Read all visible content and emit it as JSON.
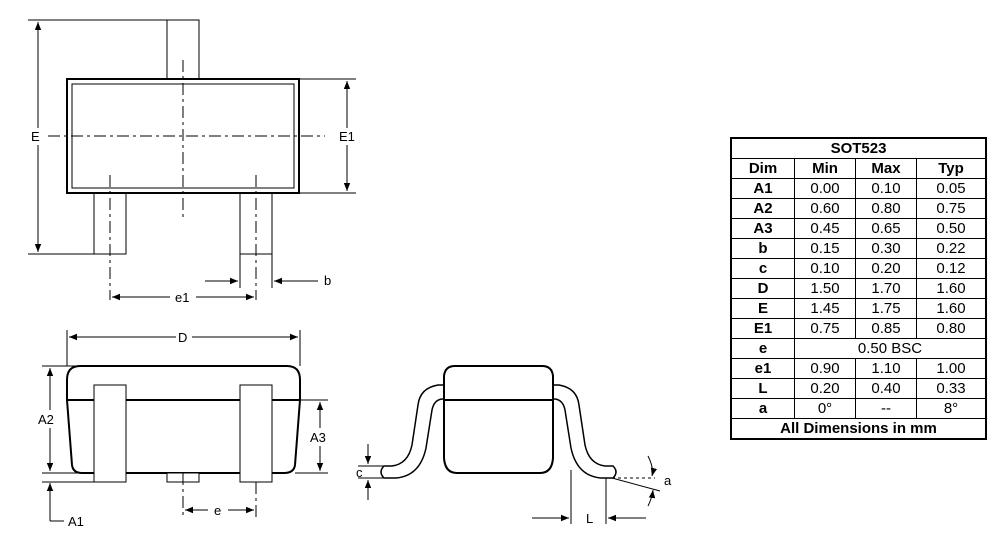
{
  "labels": {
    "E": "E",
    "E1": "E1",
    "b": "b",
    "e1": "e1",
    "D": "D",
    "A2": "A2",
    "A3": "A3",
    "A1": "A1",
    "e": "e",
    "c": "c",
    "a": "a",
    "L": "L"
  },
  "table": {
    "title": "SOT523",
    "headers": [
      "Dim",
      "Min",
      "Max",
      "Typ"
    ],
    "rows": [
      {
        "dim": "A1",
        "min": "0.00",
        "max": "0.10",
        "typ": "0.05"
      },
      {
        "dim": "A2",
        "min": "0.60",
        "max": "0.80",
        "typ": "0.75"
      },
      {
        "dim": "A3",
        "min": "0.45",
        "max": "0.65",
        "typ": "0.50"
      },
      {
        "dim": "b",
        "min": "0.15",
        "max": "0.30",
        "typ": "0.22"
      },
      {
        "dim": "c",
        "min": "0.10",
        "max": "0.20",
        "typ": "0.12"
      },
      {
        "dim": "D",
        "min": "1.50",
        "max": "1.70",
        "typ": "1.60"
      },
      {
        "dim": "E",
        "min": "1.45",
        "max": "1.75",
        "typ": "1.60"
      },
      {
        "dim": "E1",
        "min": "0.75",
        "max": "0.85",
        "typ": "0.80"
      },
      {
        "dim": "e",
        "span": "0.50 BSC"
      },
      {
        "dim": "e1",
        "min": "0.90",
        "max": "1.10",
        "typ": "1.00"
      },
      {
        "dim": "L",
        "min": "0.20",
        "max": "0.40",
        "typ": "0.33"
      },
      {
        "dim": "a",
        "min": "0°",
        "max": "--",
        "typ": "8°"
      }
    ],
    "footer": "All Dimensions in mm"
  }
}
